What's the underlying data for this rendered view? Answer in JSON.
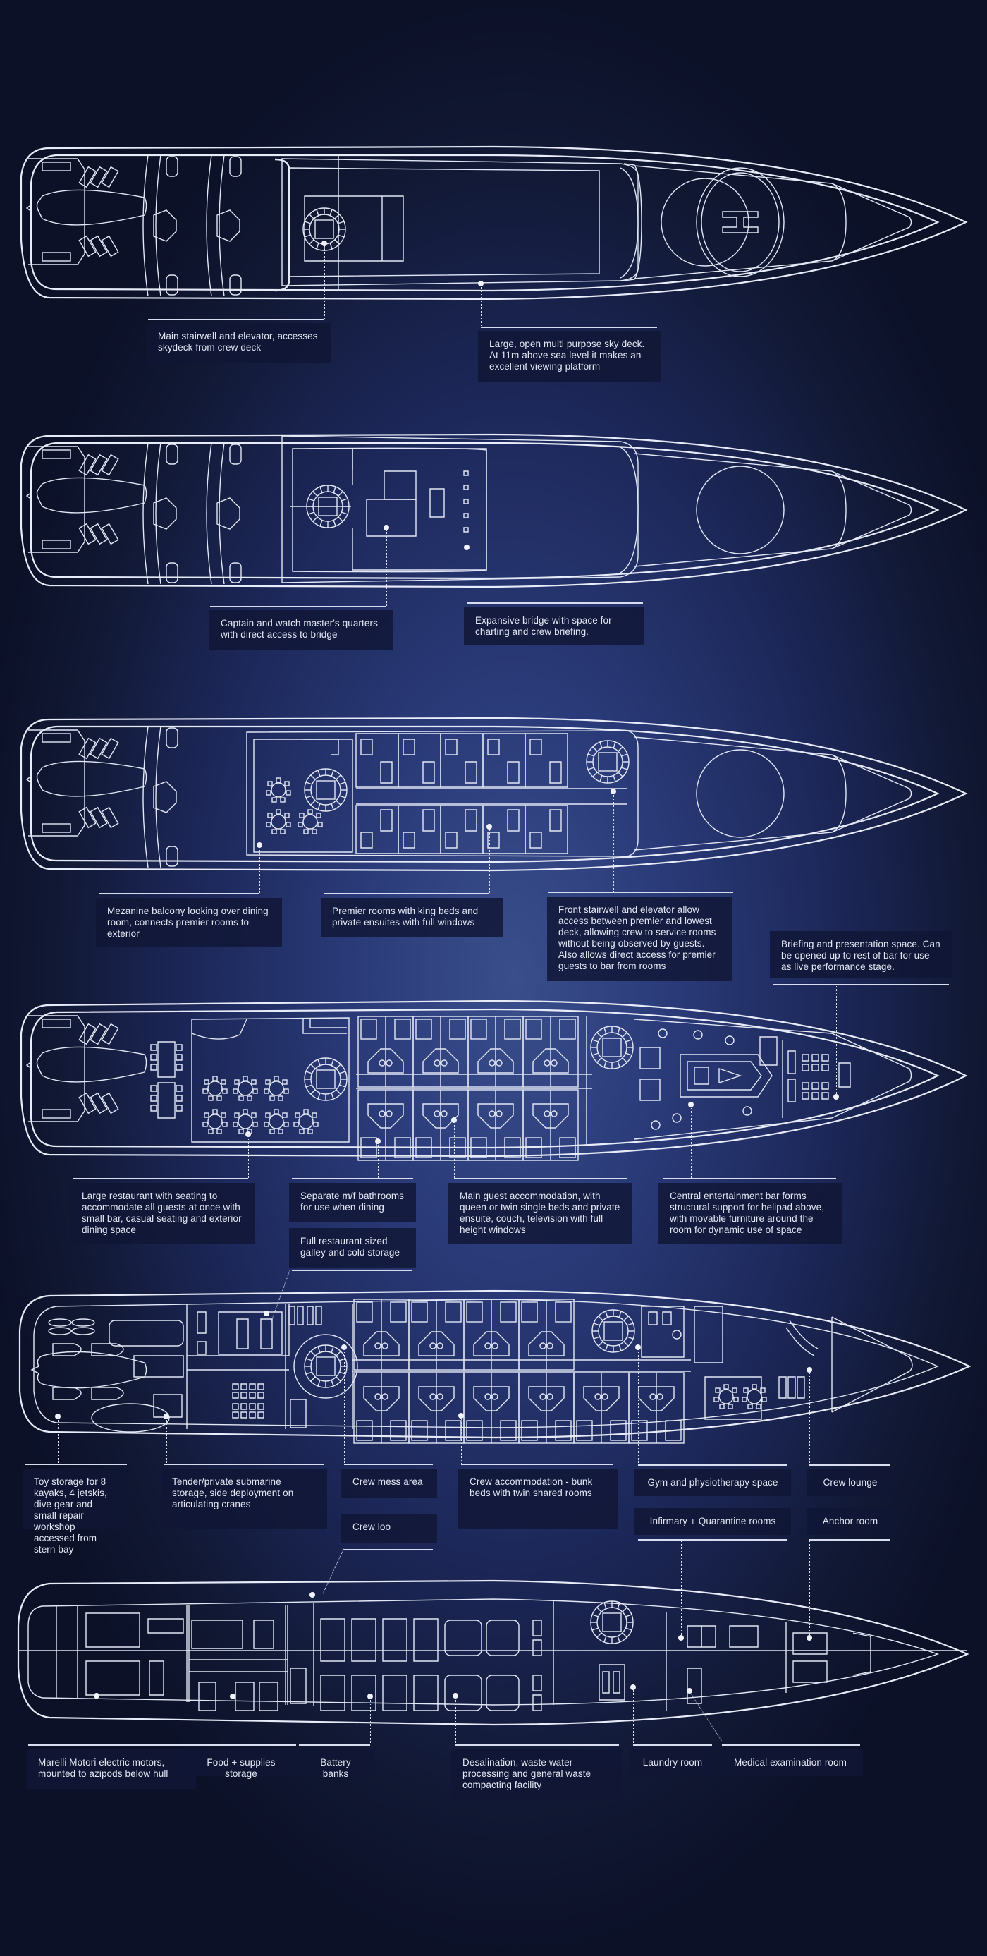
{
  "diagram": {
    "type": "yacht-deck-plan-blueprint",
    "deck_count": 6,
    "colors": {
      "background_center": "#3a4e8c",
      "background_edge": "#0c1128",
      "linework": "#e8ecf8",
      "label_box": "#101634",
      "label_text": "#e4e8f4"
    }
  },
  "decks": [
    {
      "id": "sky-deck",
      "callouts": [
        {
          "id": "main-stairwell",
          "text": "Main stairwell and elevator, accesses skydeck from crew deck"
        },
        {
          "id": "sky-deck-platform",
          "text": "Large, open multi purpose sky deck. At 11m above sea level it makes an excellent viewing platform"
        }
      ],
      "helipad_symbol": "H"
    },
    {
      "id": "bridge-deck",
      "callouts": [
        {
          "id": "captain-quarters",
          "text": "Captain and watch master's quarters with direct access to bridge"
        },
        {
          "id": "bridge",
          "text": "Expansive bridge with space for charting and crew briefing."
        }
      ]
    },
    {
      "id": "premier-deck",
      "callouts": [
        {
          "id": "mezzanine-balcony",
          "text": "Mezanine balcony looking over dining room, connects premier rooms to exterior"
        },
        {
          "id": "premier-rooms",
          "text": "Premier rooms with king beds and private ensuites with full windows"
        },
        {
          "id": "front-stairwell",
          "text": "Front stairwell and elevator allow access between premier and lowest deck, allowing crew to service rooms without being observed by guests. Also allows direct access for premier guests to bar from rooms"
        }
      ]
    },
    {
      "id": "main-guest-deck",
      "callouts": [
        {
          "id": "briefing-space",
          "text": "Briefing and presentation space. Can be opened up to rest of bar for use as live performance stage."
        },
        {
          "id": "restaurant",
          "text": "Large restaurant with seating to accommodate all guests at once with small bar, casual seating and exterior dining space"
        },
        {
          "id": "bathrooms",
          "text": "Separate m/f bathrooms for use when dining"
        },
        {
          "id": "guest-accommodation",
          "text": "Main guest accommodation, with queen or twin single beds and private ensuite, couch, television with full height windows"
        },
        {
          "id": "entertainment-bar",
          "text": "Central entertainment bar forms structural support for helipad above, with movable furniture around the room for dynamic use of space"
        }
      ]
    },
    {
      "id": "crew-deck",
      "callouts": [
        {
          "id": "galley",
          "text": "Full restaurant sized galley and cold storage"
        },
        {
          "id": "toy-storage",
          "text": "Toy storage for 8 kayaks, 4 jetskis, dive gear and small repair workshop accessed from stern bay"
        },
        {
          "id": "tender-storage",
          "text": "Tender/private submarine storage, side deployment on articulating cranes"
        },
        {
          "id": "crew-mess",
          "text": "Crew mess area"
        },
        {
          "id": "crew-loo",
          "text": "Crew loo"
        },
        {
          "id": "crew-accommodation",
          "text": "Crew accommodation - bunk beds with twin shared rooms"
        },
        {
          "id": "gym",
          "text": "Gym and physiotherapy space"
        },
        {
          "id": "infirmary",
          "text": "Infirmary + Quarantine rooms"
        },
        {
          "id": "crew-lounge",
          "text": "Crew lounge"
        },
        {
          "id": "anchor-room",
          "text": "Anchor room"
        }
      ]
    },
    {
      "id": "engine-deck",
      "callouts": [
        {
          "id": "motors",
          "text": "Marelli Motori electric motors, mounted to azipods below hull"
        },
        {
          "id": "food-storage",
          "text": "Food + supplies storage"
        },
        {
          "id": "battery-banks",
          "text": "Battery banks"
        },
        {
          "id": "desalination",
          "text": "Desalination, waste water processing and general waste compacting facility"
        },
        {
          "id": "laundry",
          "text": "Laundry room"
        },
        {
          "id": "medical-exam",
          "text": "Medical examination room"
        }
      ]
    }
  ]
}
